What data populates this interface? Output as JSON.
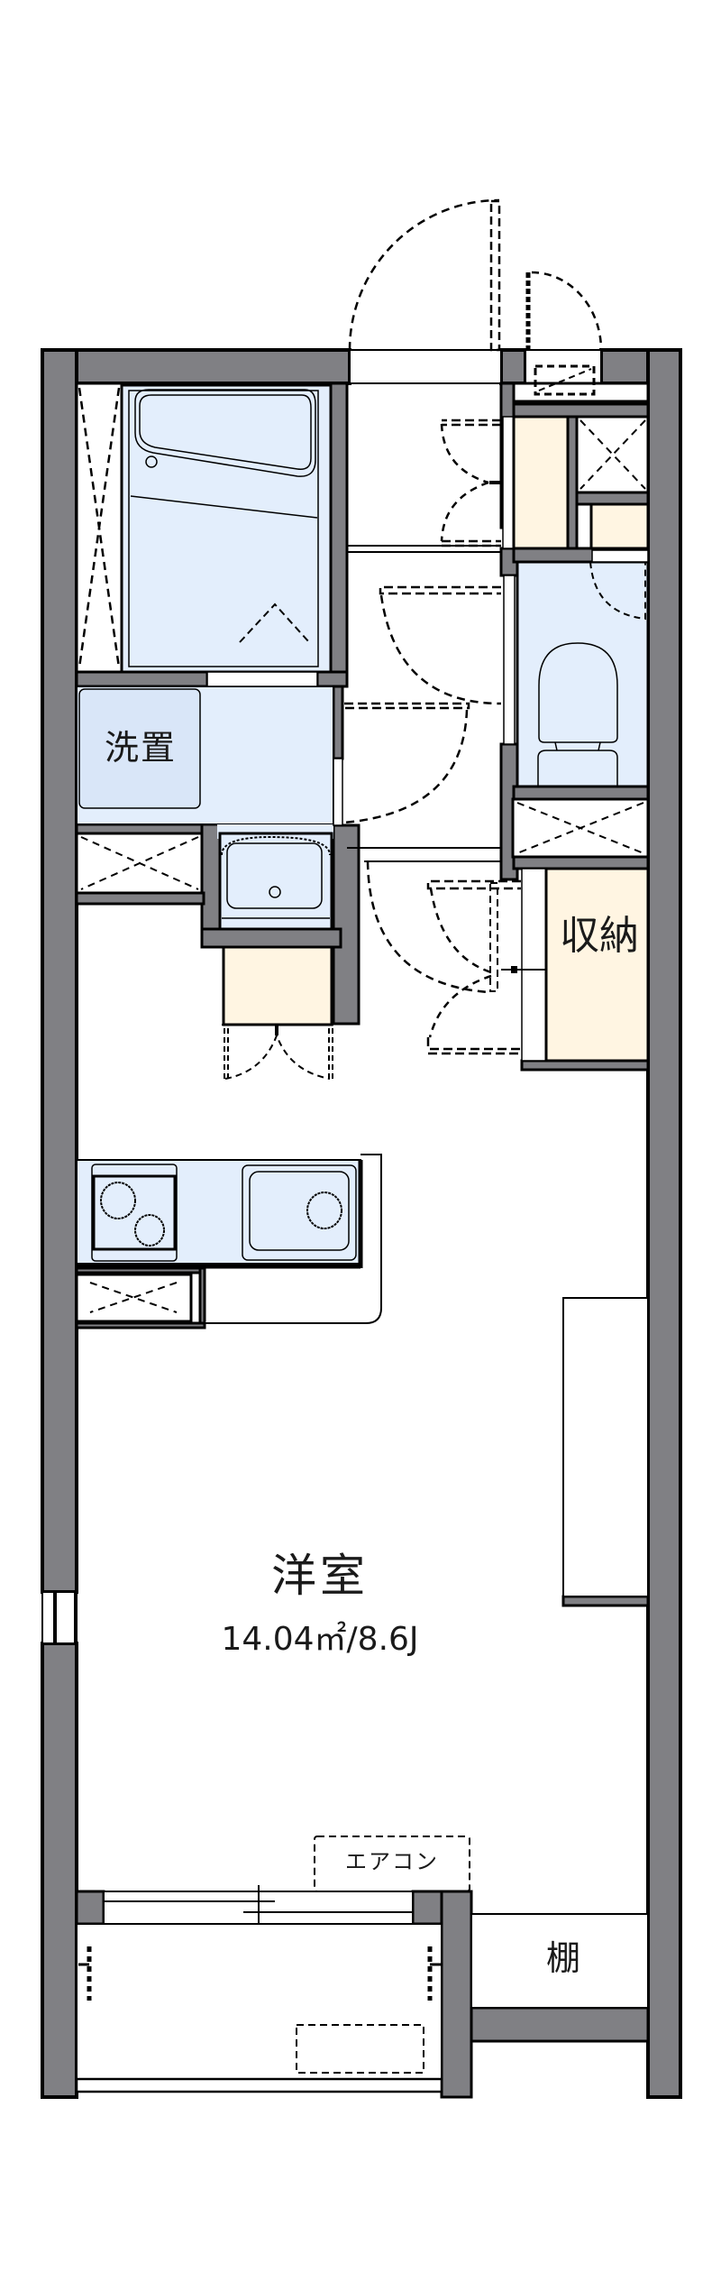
{
  "floorplan": {
    "colors": {
      "wall": "#808084",
      "outline": "#000000",
      "wet_area_fill": "#e3eefc",
      "storage_fill": "#fff5e2",
      "background": "#ffffff"
    },
    "rooms": {
      "western_room": {
        "label": "洋室",
        "area": "14.04㎡/8.6J"
      },
      "washroom": {
        "label": "洗置"
      },
      "storage": {
        "label": "収納"
      },
      "aircon": {
        "label": "エアコン"
      },
      "shelf": {
        "label": "棚"
      }
    },
    "fixtures": [
      "unit-bath",
      "washing-machine-pan",
      "wash-basin",
      "toilet",
      "kitchen-stove-2-burner",
      "kitchen-sink",
      "shoe-closet",
      "entrance-door",
      "meter-box",
      "balcony",
      "sliding-window-door",
      "side-window"
    ]
  }
}
